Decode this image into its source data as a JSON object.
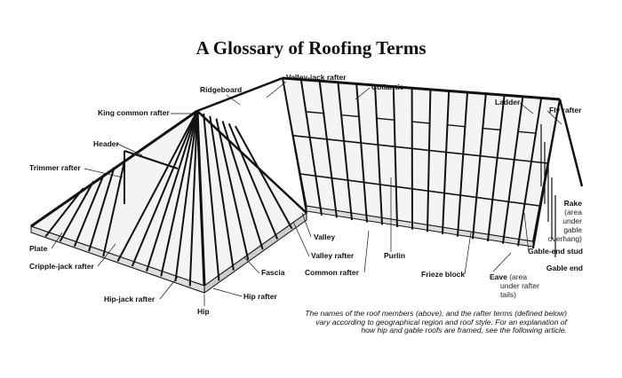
{
  "title": "A Glossary of Roofing Terms",
  "labels": [
    {
      "id": "valley-jack-rafter",
      "text": "Valley-jack rafter"
    },
    {
      "id": "ridgeboard",
      "text": "Ridgeboard"
    },
    {
      "id": "collar-tie",
      "text": "Collar tie"
    },
    {
      "id": "king-common-rafter",
      "text": "King common rafter"
    },
    {
      "id": "ladder",
      "text": "Ladder"
    },
    {
      "id": "fly-rafter",
      "text": "Fly rafter"
    },
    {
      "id": "header",
      "text": "Header"
    },
    {
      "id": "trimmer-rafter",
      "text": "Trimmer rafter"
    },
    {
      "id": "rake",
      "text": "Rake",
      "sub": [
        "(area",
        "under",
        "gable",
        "overhang)"
      ]
    },
    {
      "id": "valley",
      "text": "Valley"
    },
    {
      "id": "plate",
      "text": "Plate"
    },
    {
      "id": "valley-rafter",
      "text": "Valley rafter"
    },
    {
      "id": "purlin",
      "text": "Purlin"
    },
    {
      "id": "gable-end-stud",
      "text": "Gable-end stud"
    },
    {
      "id": "cripple-jack-rafter",
      "text": "Cripple-jack rafter"
    },
    {
      "id": "fascia",
      "text": "Fascia"
    },
    {
      "id": "common-rafter",
      "text": "Common rafter"
    },
    {
      "id": "frieze-block",
      "text": "Frieze block"
    },
    {
      "id": "eave",
      "text": "Eave",
      "sub": [
        "(area",
        "under rafter",
        "tails)"
      ]
    },
    {
      "id": "gable-end",
      "text": "Gable end"
    },
    {
      "id": "hip-jack-rafter",
      "text": "Hip-jack rafter"
    },
    {
      "id": "hip-rafter",
      "text": "Hip rafter"
    },
    {
      "id": "hip",
      "text": "Hip"
    }
  ],
  "caption": "The names of the roof members (above), and the rafter terms (defined below) vary according to geographical region and roof style. For an explanation of how hip and gable roofs are framed, see the following article."
}
